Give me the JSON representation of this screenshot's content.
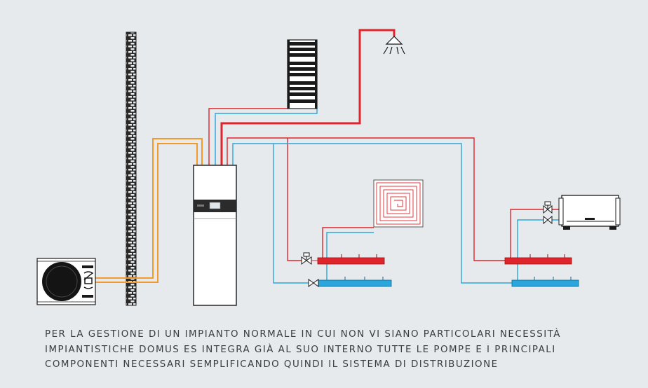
{
  "diagram": {
    "components": [
      "outdoor-unit",
      "brick-wall",
      "indoor-unit",
      "towel-radiator",
      "shower",
      "underfloor-coil",
      "manifold-underfloor",
      "fan-coil",
      "manifold-fancoil"
    ],
    "colors": {
      "background": "#e6eaed",
      "refrigerant_line": "#f39a2b",
      "hot_line": "#e0242b",
      "cold_line": "#2aa6dc",
      "outline": "#1a1a1a",
      "brick": "#2a2a2a"
    }
  },
  "caption": {
    "lines": [
      "PER LA GESTIONE DI UN IMPIANTO NORMALE IN CUI NON VI SIANO PARTICOLARI NECESSITÀ",
      "IMPIANTISTICHE DOMUS ES INTEGRA GIÀ AL SUO INTERNO TUTTE LE POMPE E I PRINCIPALI",
      "COMPONENTI NECESSARI SEMPLIFICANDO QUINDI IL SISTEMA DI DISTRIBUZIONE"
    ]
  }
}
